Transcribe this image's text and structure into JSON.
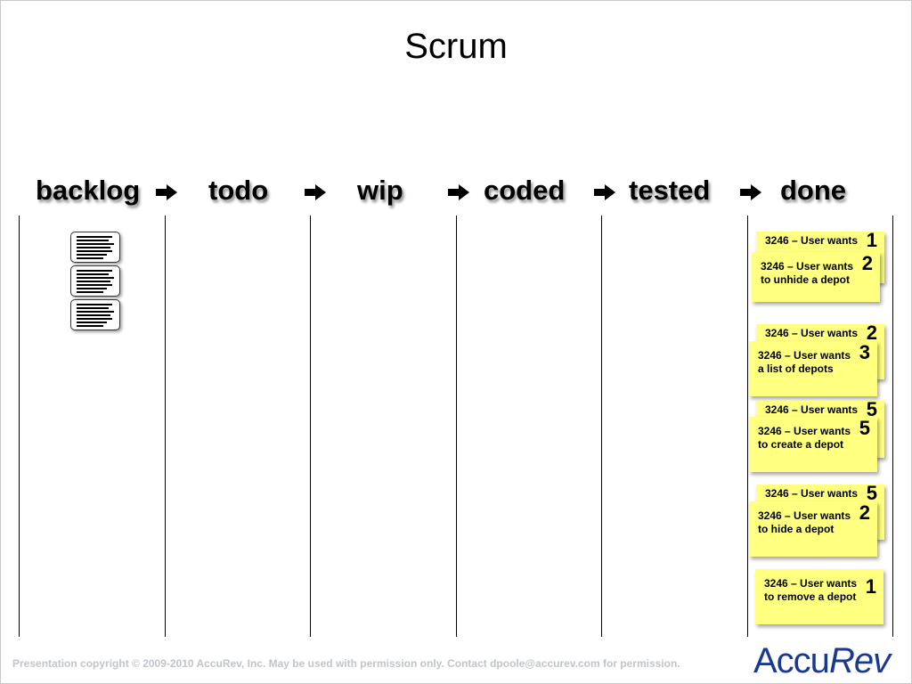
{
  "slide": {
    "title": "Scrum",
    "columns": [
      {
        "label": "backlog"
      },
      {
        "label": "todo"
      },
      {
        "label": "wip"
      },
      {
        "label": "coded"
      },
      {
        "label": "tested"
      },
      {
        "label": "done"
      }
    ],
    "backlog_icon": "document-icon",
    "arrow_icon": "right-arrow-icon",
    "done_cards": [
      {
        "back_text": "3246 – User wants",
        "back_points": "1",
        "front_text": "3246 – User wants\nto unhide a depot",
        "front_points": "2"
      },
      {
        "back_text": "3246 – User wants",
        "back_points": "2",
        "front_text": "3246 – User wants\na list of depots",
        "front_points": "3"
      },
      {
        "back_text": "3246 – User wants",
        "back_points": "5",
        "front_text": "3246 – User wants\nto create a depot",
        "front_points": "5"
      },
      {
        "back_text": "3246 – User wants",
        "back_points": "5",
        "front_text": "3246 – User wants\nto hide a depot",
        "front_points": "2"
      },
      {
        "front_text": "3246 – User wants\nto remove a depot",
        "front_points": "1"
      }
    ]
  },
  "footer": {
    "copyright": "Presentation copyright © 2009-2010 AccuRev, Inc. May be used with permission  only. Contact dpoole@accurev.com for permission.",
    "logo_part1": "Accu",
    "logo_part2": "Rev"
  },
  "colors": {
    "sticky": "#ffff80",
    "logo": "#1a3a8f",
    "footer_text": "#c0c4cc"
  }
}
